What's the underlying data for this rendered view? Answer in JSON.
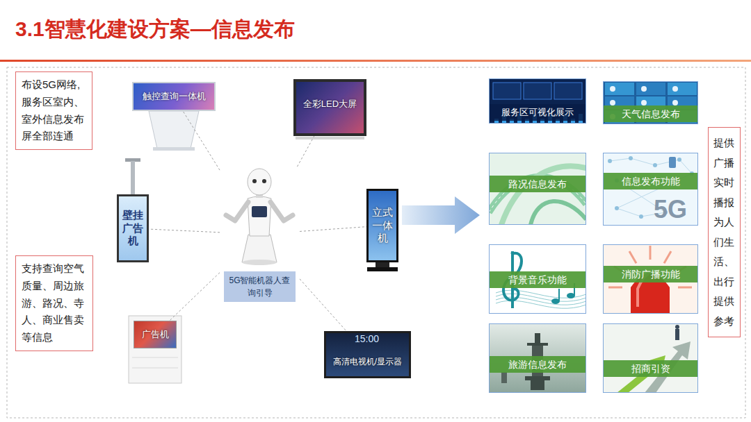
{
  "diagram": {
    "title": "3.1智慧化建设方案—信息发布",
    "nodes": [
      {
        "text": [
          "布设5G网络, 服务区室内、 室外信息发布 屏全部连通"
        ]
      },
      {
        "text": [
          "触控查询一体机"
        ]
      },
      {
        "text": [
          "全彩LED大屏"
        ]
      },
      {
        "text": [
          "壁挂 广告 机"
        ]
      },
      {
        "text": [
          "5G智能机器人查 询引导"
        ]
      },
      {
        "text": [
          "立式 一体 机"
        ]
      },
      {
        "text": [
          "支持查询空气 质量、周边旅 游、路况、寺 人、商业售卖 等信息"
        ]
      },
      {
        "text": [
          "广告机"
        ]
      },
      {
        "text": [
          "高清电视机/显示器"
        ]
      },
      {
        "text": [
          "服务区可视化展示"
        ]
      },
      {
        "text": [
          "天气信息发布"
        ]
      },
      {
        "text": [
          "路况信息发布"
        ]
      },
      {
        "text": [
          "信息发布功能"
        ]
      },
      {
        "text": [
          "背景音乐功能"
        ]
      },
      {
        "text": [
          "消防广播功能"
        ]
      },
      {
        "text": [
          "旅游信息发布"
        ]
      },
      {
        "text": [
          "招商引资"
        ]
      },
      {
        "text": [
          "提供 广播 实时 播报 为人 们生 活、 出行 提供 参考"
        ]
      }
    ],
    "edges": [
      {
        "from": 4,
        "to": 1,
        "arrow": "none"
      },
      {
        "from": 4,
        "to": 2,
        "arrow": "none"
      },
      {
        "from": 4,
        "to": 3,
        "arrow": "none"
      },
      {
        "from": 4,
        "to": 5,
        "arrow": "none"
      },
      {
        "from": 4,
        "to": 7,
        "arrow": "none"
      },
      {
        "from": 4,
        "to": 8,
        "arrow": "none"
      }
    ],
    "labels": [
      "15:00",
      "5G"
    ]
  }
}
